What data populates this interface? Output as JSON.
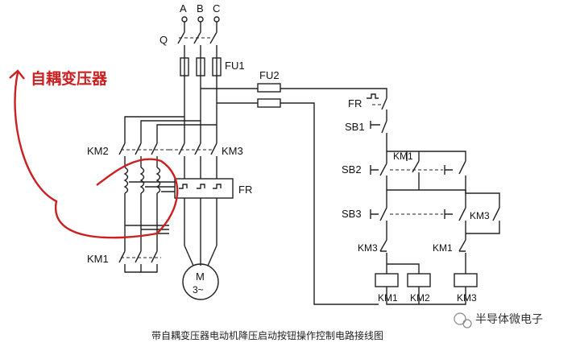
{
  "phases": [
    "A",
    "B",
    "C"
  ],
  "labels": {
    "q": "Q",
    "fu1": "FU1",
    "fu2": "FU2",
    "km2": "KM2",
    "km3": "KM3",
    "fr_main": "FR",
    "km1_main": "KM1",
    "motor": "M",
    "motor_sub": "3~",
    "fr_ctrl": "FR",
    "sb1": "SB1",
    "sb2": "SB2",
    "sb3": "SB3",
    "km1_aux_top": "KM1",
    "km3_aux_right": "KM3",
    "km3_aux_bottom": "KM3",
    "km1_aux_bottom": "KM1",
    "coil_km1": "KM1",
    "coil_km2": "KM2",
    "coil_km3": "KM3"
  },
  "annotation": "自耦变压器",
  "caption": "带自耦变压器电动机降压启动按钮操作控制电路接线图",
  "brand": "半导体微电子",
  "colors": {
    "annotation": "#cc2020",
    "lines": "#222222"
  }
}
